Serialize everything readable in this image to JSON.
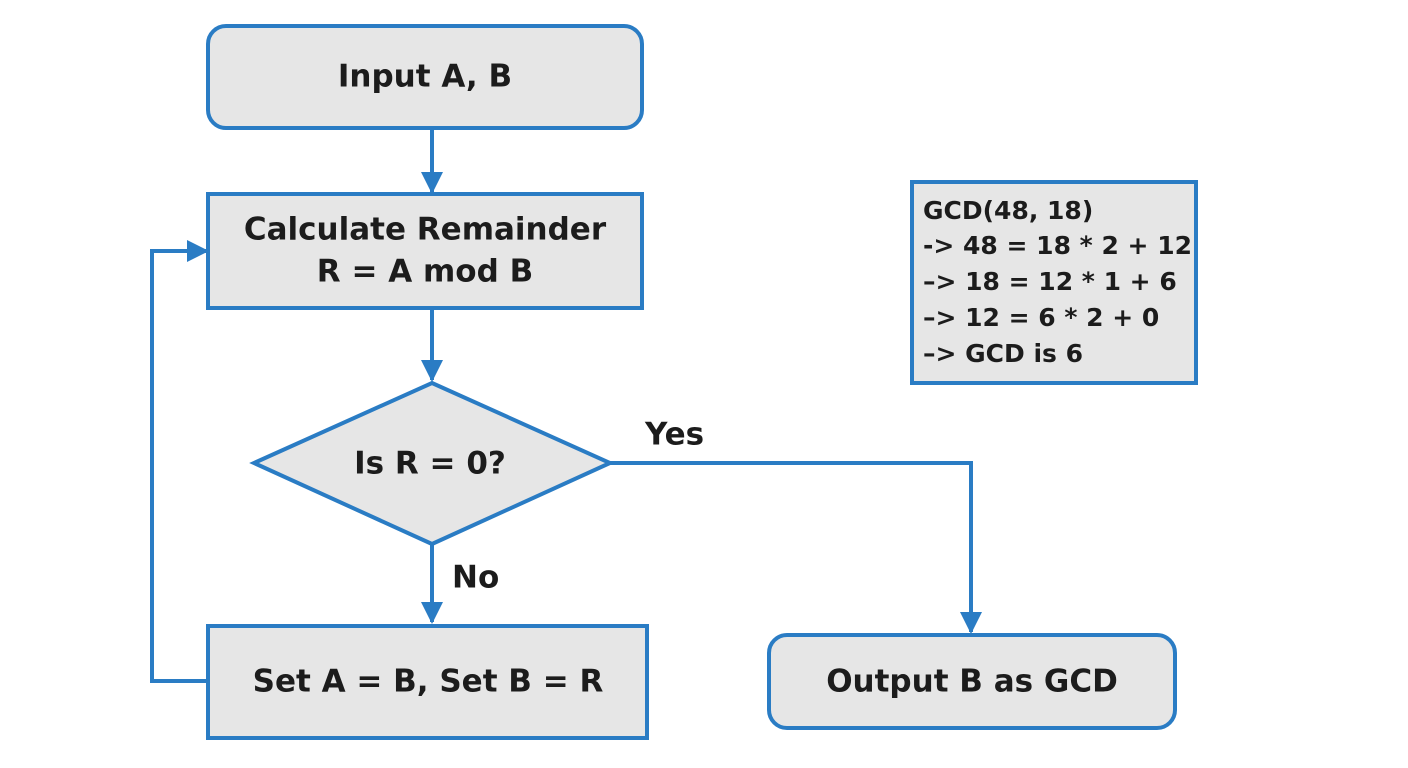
{
  "diagram": {
    "nodes": {
      "input": {
        "label": "Input A, B"
      },
      "calculate": {
        "line1": "Calculate Remainder",
        "line2": "R = A mod B"
      },
      "decision": {
        "label": "Is R = 0?"
      },
      "set": {
        "label": "Set A = B, Set B = R"
      },
      "output": {
        "label": "Output B as GCD"
      }
    },
    "edges": {
      "yes_label": "Yes",
      "no_label": "No"
    },
    "trace": {
      "lines": [
        "GCD(48, 18)",
        "-> 48 = 18 * 2 + 12",
        "–> 18 = 12 * 1 + 6",
        "–> 12 = 6 * 2 + 0",
        "–> GCD is 6"
      ]
    }
  },
  "colors": {
    "stroke": "#2a7cc4",
    "fill": "#e6e6e6",
    "text": "#1c1c1c",
    "background": "#ffffff"
  }
}
